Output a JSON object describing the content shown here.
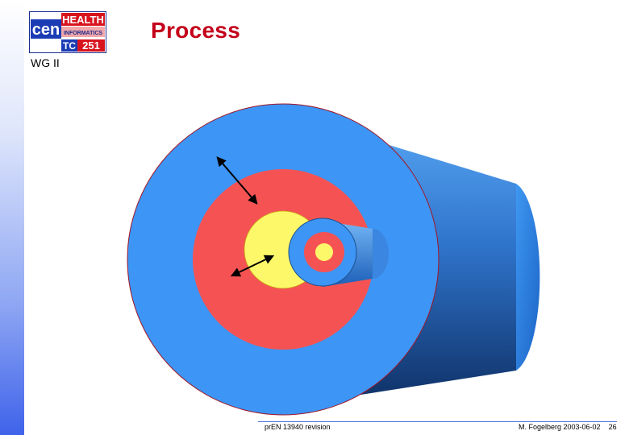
{
  "slide": {
    "title": "Process",
    "group": "WG II"
  },
  "logo": {
    "org": "cen",
    "health": "HEALTH",
    "informatics": "INFORMATICS",
    "tc_prefix": "TC",
    "tc_number": "251"
  },
  "footer": {
    "document": "prEN 13940 revision",
    "author_date": "M. Fogelberg 2003-06-02",
    "page": "26"
  },
  "colors": {
    "title": "#c4001a",
    "outer_ring": "#3d95f5",
    "middle_ring": "#f55353",
    "inner_disc": "#fdf86a",
    "cylinder_dark": "#0e2f63",
    "footer_rule": "#4a6fd8"
  }
}
